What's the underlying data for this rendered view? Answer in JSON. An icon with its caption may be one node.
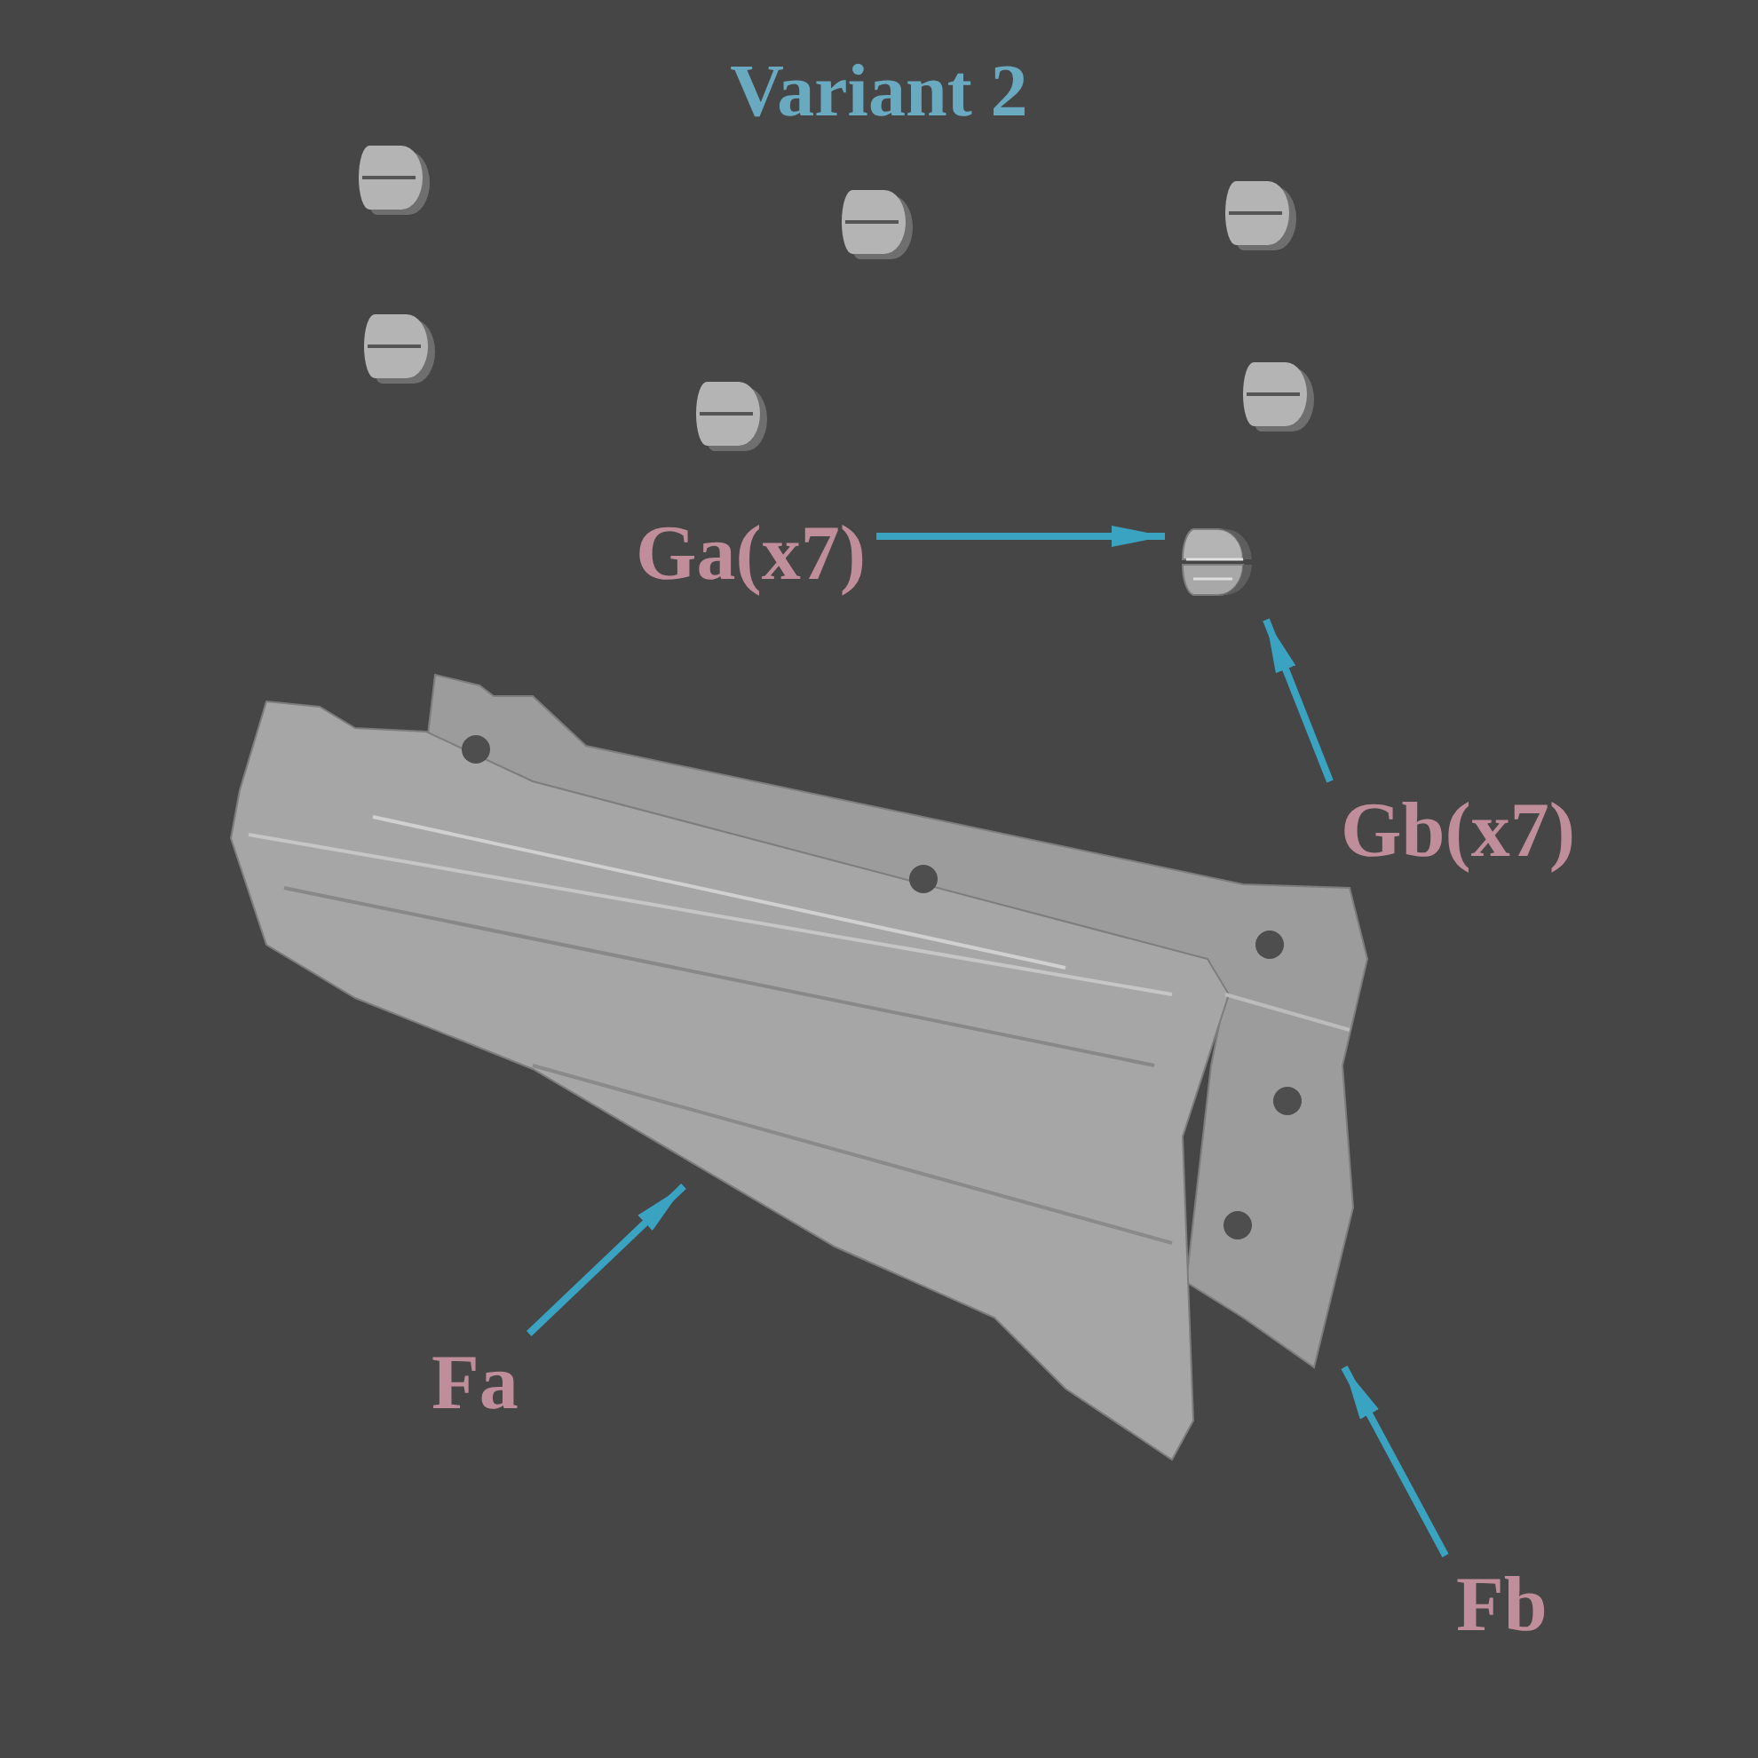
{
  "diagram": {
    "title": "Variant 2",
    "nodes": [
      {
        "text": [
          "Ga(x7)"
        ]
      },
      {
        "text": [],
        "shape": "picture"
      },
      {
        "text": [],
        "shape": "picture"
      },
      {
        "text": [
          "Gb(x7)"
        ]
      },
      {
        "text": [],
        "shape": "picture"
      },
      {
        "text": [
          "Fa"
        ]
      },
      {
        "text": [],
        "shape": "picture"
      },
      {
        "text": [
          "Fb"
        ]
      }
    ],
    "edges": [
      {
        "from": 0,
        "to": 1,
        "arrow": "to"
      },
      {
        "from": 3,
        "to": 2,
        "arrow": "to"
      },
      {
        "from": 5,
        "to": 4,
        "arrow": "to"
      },
      {
        "from": 7,
        "to": 6,
        "arrow": "to"
      }
    ]
  }
}
